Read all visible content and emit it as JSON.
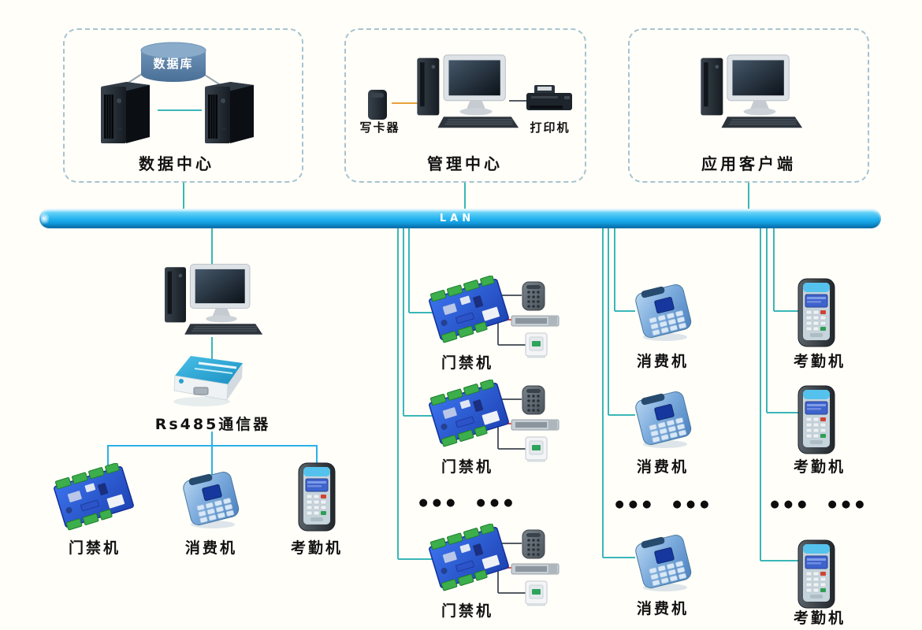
{
  "colors": {
    "lan_bar_top": "#63d1f7",
    "lan_bar_main": "#1fb0ee",
    "lan_bar_bottom": "#0a7ec0",
    "wire_teal": "#3ab6b8",
    "wire_cyan": "#2cb0e8",
    "wire_red": "#e0483a",
    "wire_orange": "#e8a23c",
    "dashed_border": "#a6c3d1",
    "pcb_blue": "#2b55cc",
    "terminal_green": "#3cae4b"
  },
  "lan": {
    "label": "LAN"
  },
  "zones": {
    "data_center": {
      "title": "数据中心",
      "database": "数据库"
    },
    "management": {
      "title": "管理中心",
      "card_writer": "写卡器",
      "printer": "打印机"
    },
    "client": {
      "title": "应用客户端"
    }
  },
  "rs485": {
    "label": "Rs485通信器"
  },
  "local": {
    "door": "门禁机",
    "pos": "消费机",
    "att": "考勤机"
  },
  "columns": {
    "door": {
      "labels": [
        "门禁机",
        "门禁机",
        "门禁机"
      ],
      "dots": "●●●  ●●●"
    },
    "pos": {
      "labels": [
        "消费机",
        "消费机",
        "消费机"
      ],
      "dots": "●●●  ●●●"
    },
    "att": {
      "labels": [
        "考勤机",
        "考勤机",
        "考勤机"
      ],
      "dots": "●●●  ●●●"
    }
  }
}
